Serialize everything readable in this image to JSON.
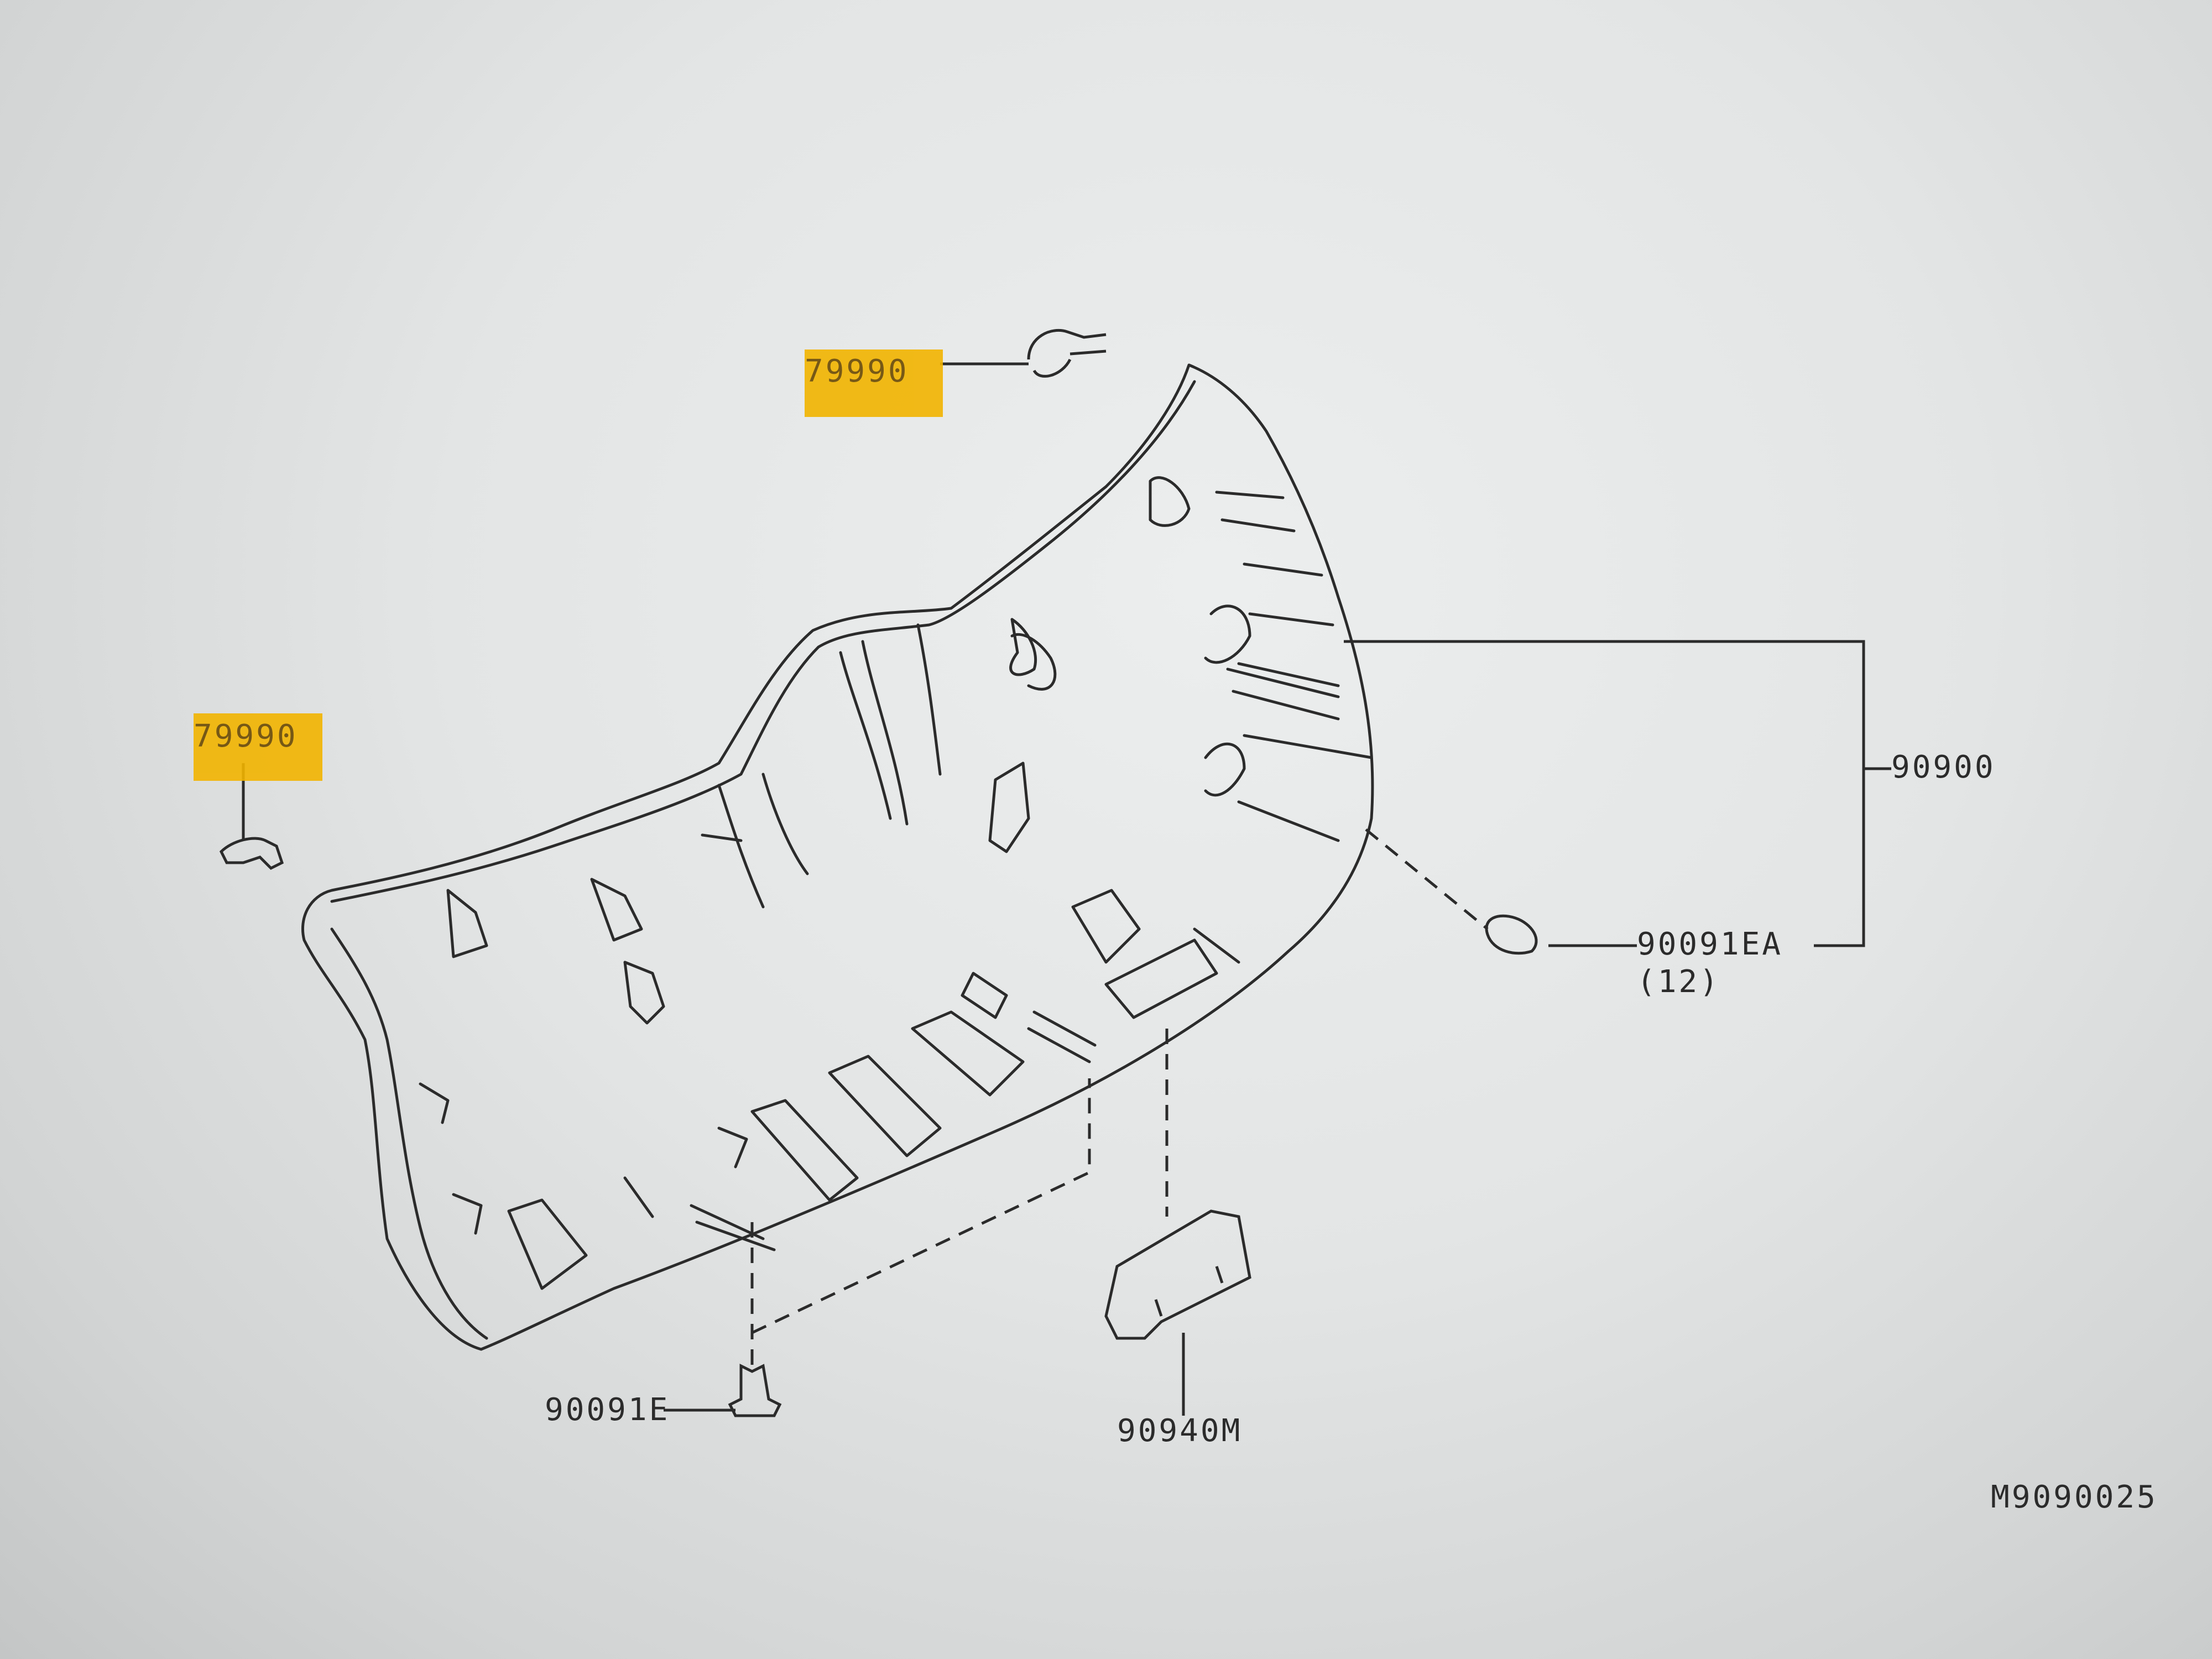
{
  "callouts": {
    "clip_top": "79990",
    "clip_left": "79990",
    "trim_assembly": "90900",
    "clip_ea": "90091EA",
    "clip_ea_qty": "(12)",
    "clip_bottom": "90091E",
    "handle": "90940M"
  },
  "diagram_id": "M9090025",
  "colors": {
    "highlight": "#f2b400",
    "line": "#2b2b2b",
    "background": "#e3e5e5"
  }
}
